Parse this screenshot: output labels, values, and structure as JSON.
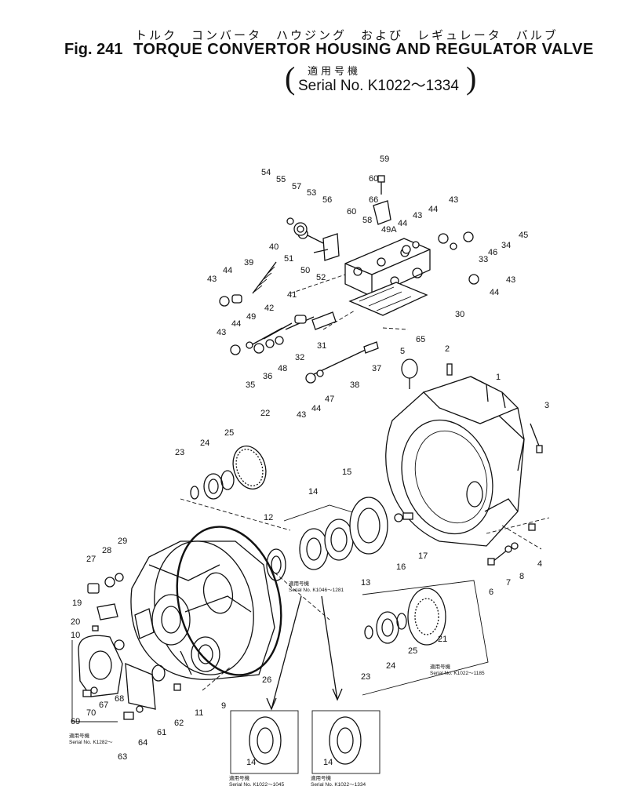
{
  "header": {
    "jp_title": "トルク　コンバータ　ハウジング　および　レギュレータ　バルブ",
    "figure_number": "Fig. 241",
    "title": "TORQUE CONVERTOR HOUSING AND REGULATOR VALVE",
    "serial_jp": "適用号機",
    "serial": "Serial No. K1022～1334"
  },
  "callouts": [
    {
      "id": "59",
      "label": "59"
    },
    {
      "id": "60a",
      "label": "60"
    },
    {
      "id": "66",
      "label": "66"
    },
    {
      "id": "54",
      "label": "54"
    },
    {
      "id": "55",
      "label": "55"
    },
    {
      "id": "57",
      "label": "57"
    },
    {
      "id": "53",
      "label": "53"
    },
    {
      "id": "56",
      "label": "56"
    },
    {
      "id": "60b",
      "label": "60"
    },
    {
      "id": "58",
      "label": "58"
    },
    {
      "id": "49A",
      "label": "49A"
    },
    {
      "id": "44a",
      "label": "44"
    },
    {
      "id": "43a",
      "label": "43"
    },
    {
      "id": "44b",
      "label": "44"
    },
    {
      "id": "43b",
      "label": "43"
    },
    {
      "id": "45",
      "label": "45"
    },
    {
      "id": "46",
      "label": "46"
    },
    {
      "id": "34",
      "label": "34"
    },
    {
      "id": "33",
      "label": "33"
    },
    {
      "id": "43c",
      "label": "43"
    },
    {
      "id": "44c",
      "label": "44"
    },
    {
      "id": "30",
      "label": "30"
    },
    {
      "id": "40",
      "label": "40"
    },
    {
      "id": "39",
      "label": "39"
    },
    {
      "id": "51",
      "label": "51"
    },
    {
      "id": "50",
      "label": "50"
    },
    {
      "id": "52",
      "label": "52"
    },
    {
      "id": "43d",
      "label": "43"
    },
    {
      "id": "44d",
      "label": "44"
    },
    {
      "id": "41",
      "label": "41"
    },
    {
      "id": "42",
      "label": "42"
    },
    {
      "id": "49",
      "label": "49"
    },
    {
      "id": "43e",
      "label": "43"
    },
    {
      "id": "44e",
      "label": "44"
    },
    {
      "id": "31",
      "label": "31"
    },
    {
      "id": "65",
      "label": "65"
    },
    {
      "id": "32",
      "label": "32"
    },
    {
      "id": "48",
      "label": "48"
    },
    {
      "id": "36",
      "label": "36"
    },
    {
      "id": "35",
      "label": "35"
    },
    {
      "id": "5",
      "label": "5"
    },
    {
      "id": "2",
      "label": "2"
    },
    {
      "id": "37",
      "label": "37"
    },
    {
      "id": "38",
      "label": "38"
    },
    {
      "id": "47",
      "label": "47"
    },
    {
      "id": "43f",
      "label": "43"
    },
    {
      "id": "44f",
      "label": "44"
    },
    {
      "id": "1",
      "label": "1"
    },
    {
      "id": "3",
      "label": "3"
    },
    {
      "id": "22",
      "label": "22"
    },
    {
      "id": "25a",
      "label": "25"
    },
    {
      "id": "24a",
      "label": "24"
    },
    {
      "id": "23a",
      "label": "23"
    },
    {
      "id": "15",
      "label": "15"
    },
    {
      "id": "14a",
      "label": "14"
    },
    {
      "id": "12",
      "label": "12"
    },
    {
      "id": "17",
      "label": "17"
    },
    {
      "id": "16",
      "label": "16"
    },
    {
      "id": "13",
      "label": "13"
    },
    {
      "id": "4",
      "label": "4"
    },
    {
      "id": "8",
      "label": "8"
    },
    {
      "id": "7",
      "label": "7"
    },
    {
      "id": "6",
      "label": "6"
    },
    {
      "id": "29",
      "label": "29"
    },
    {
      "id": "28",
      "label": "28"
    },
    {
      "id": "27",
      "label": "27"
    },
    {
      "id": "19",
      "label": "19"
    },
    {
      "id": "20",
      "label": "20"
    },
    {
      "id": "10",
      "label": "10"
    },
    {
      "id": "21",
      "label": "21"
    },
    {
      "id": "25b",
      "label": "25"
    },
    {
      "id": "24b",
      "label": "24"
    },
    {
      "id": "23b",
      "label": "23"
    },
    {
      "id": "26",
      "label": "26"
    },
    {
      "id": "9",
      "label": "9"
    },
    {
      "id": "11",
      "label": "11"
    },
    {
      "id": "62",
      "label": "62"
    },
    {
      "id": "61",
      "label": "61"
    },
    {
      "id": "67",
      "label": "67"
    },
    {
      "id": "68",
      "label": "68"
    },
    {
      "id": "70",
      "label": "70"
    },
    {
      "id": "69",
      "label": "69"
    },
    {
      "id": "64",
      "label": "64"
    },
    {
      "id": "63",
      "label": "63"
    },
    {
      "id": "14b",
      "label": "14"
    },
    {
      "id": "14c",
      "label": "14"
    }
  ],
  "notes": {
    "n_1046": {
      "jp": "適用号機",
      "serial": "Serial No. K1046～1281"
    },
    "n_1022_1185": {
      "jp": "適用号機",
      "serial": "Serial No. K1022～1185"
    },
    "n_1282": {
      "jp": "適用号機",
      "serial": "Serial No. K1282～"
    },
    "n_1022_1045": {
      "jp": "適用号機",
      "serial": "Serial No. K1022～1045"
    },
    "n_1022_1334": {
      "jp": "適用号機",
      "serial": "Serial No. K1022～1334"
    }
  }
}
